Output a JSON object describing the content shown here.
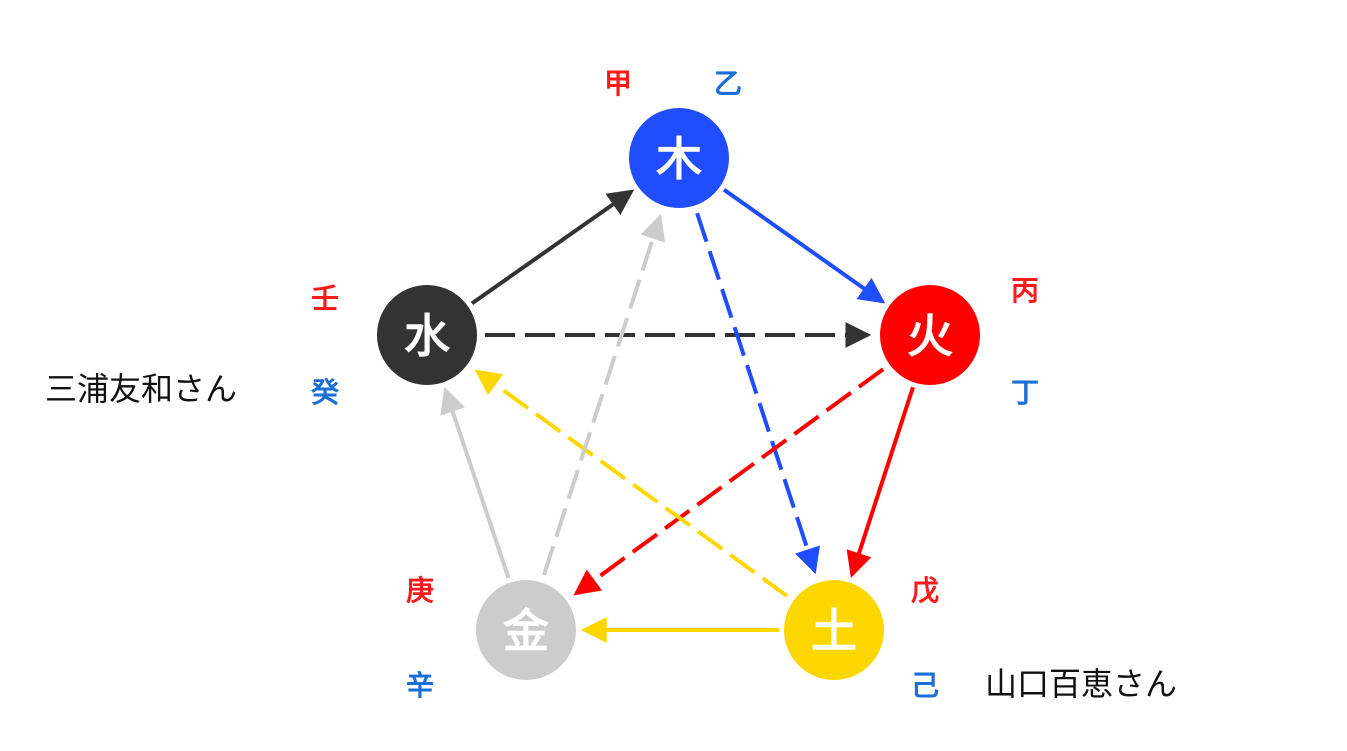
{
  "colors": {
    "wood": "#1f4dff",
    "fire": "#ff0000",
    "earth": "#ffd700",
    "metal": "#cccccc",
    "water": "#333333",
    "yang": "#ff1a1a",
    "yin": "#1a6fd6"
  },
  "elements": {
    "wood": {
      "label": "木",
      "yang": "甲",
      "yin": "乙"
    },
    "fire": {
      "label": "火",
      "yang": "丙",
      "yin": "丁"
    },
    "earth": {
      "label": "土",
      "yang": "戊",
      "yin": "己"
    },
    "metal": {
      "label": "金",
      "yang": "庚",
      "yin": "辛"
    },
    "water": {
      "label": "水",
      "yang": "壬",
      "yin": "癸"
    }
  },
  "people": {
    "water_person": "三浦友和さん",
    "earth_person": "山口百恵さん"
  },
  "generating_cycle": [
    [
      "water",
      "wood"
    ],
    [
      "wood",
      "fire"
    ],
    [
      "fire",
      "earth"
    ],
    [
      "earth",
      "metal"
    ],
    [
      "metal",
      "water"
    ]
  ],
  "controlling_cycle": [
    [
      "water",
      "fire"
    ],
    [
      "wood",
      "earth"
    ],
    [
      "fire",
      "metal"
    ],
    [
      "earth",
      "water"
    ],
    [
      "metal",
      "wood"
    ]
  ]
}
